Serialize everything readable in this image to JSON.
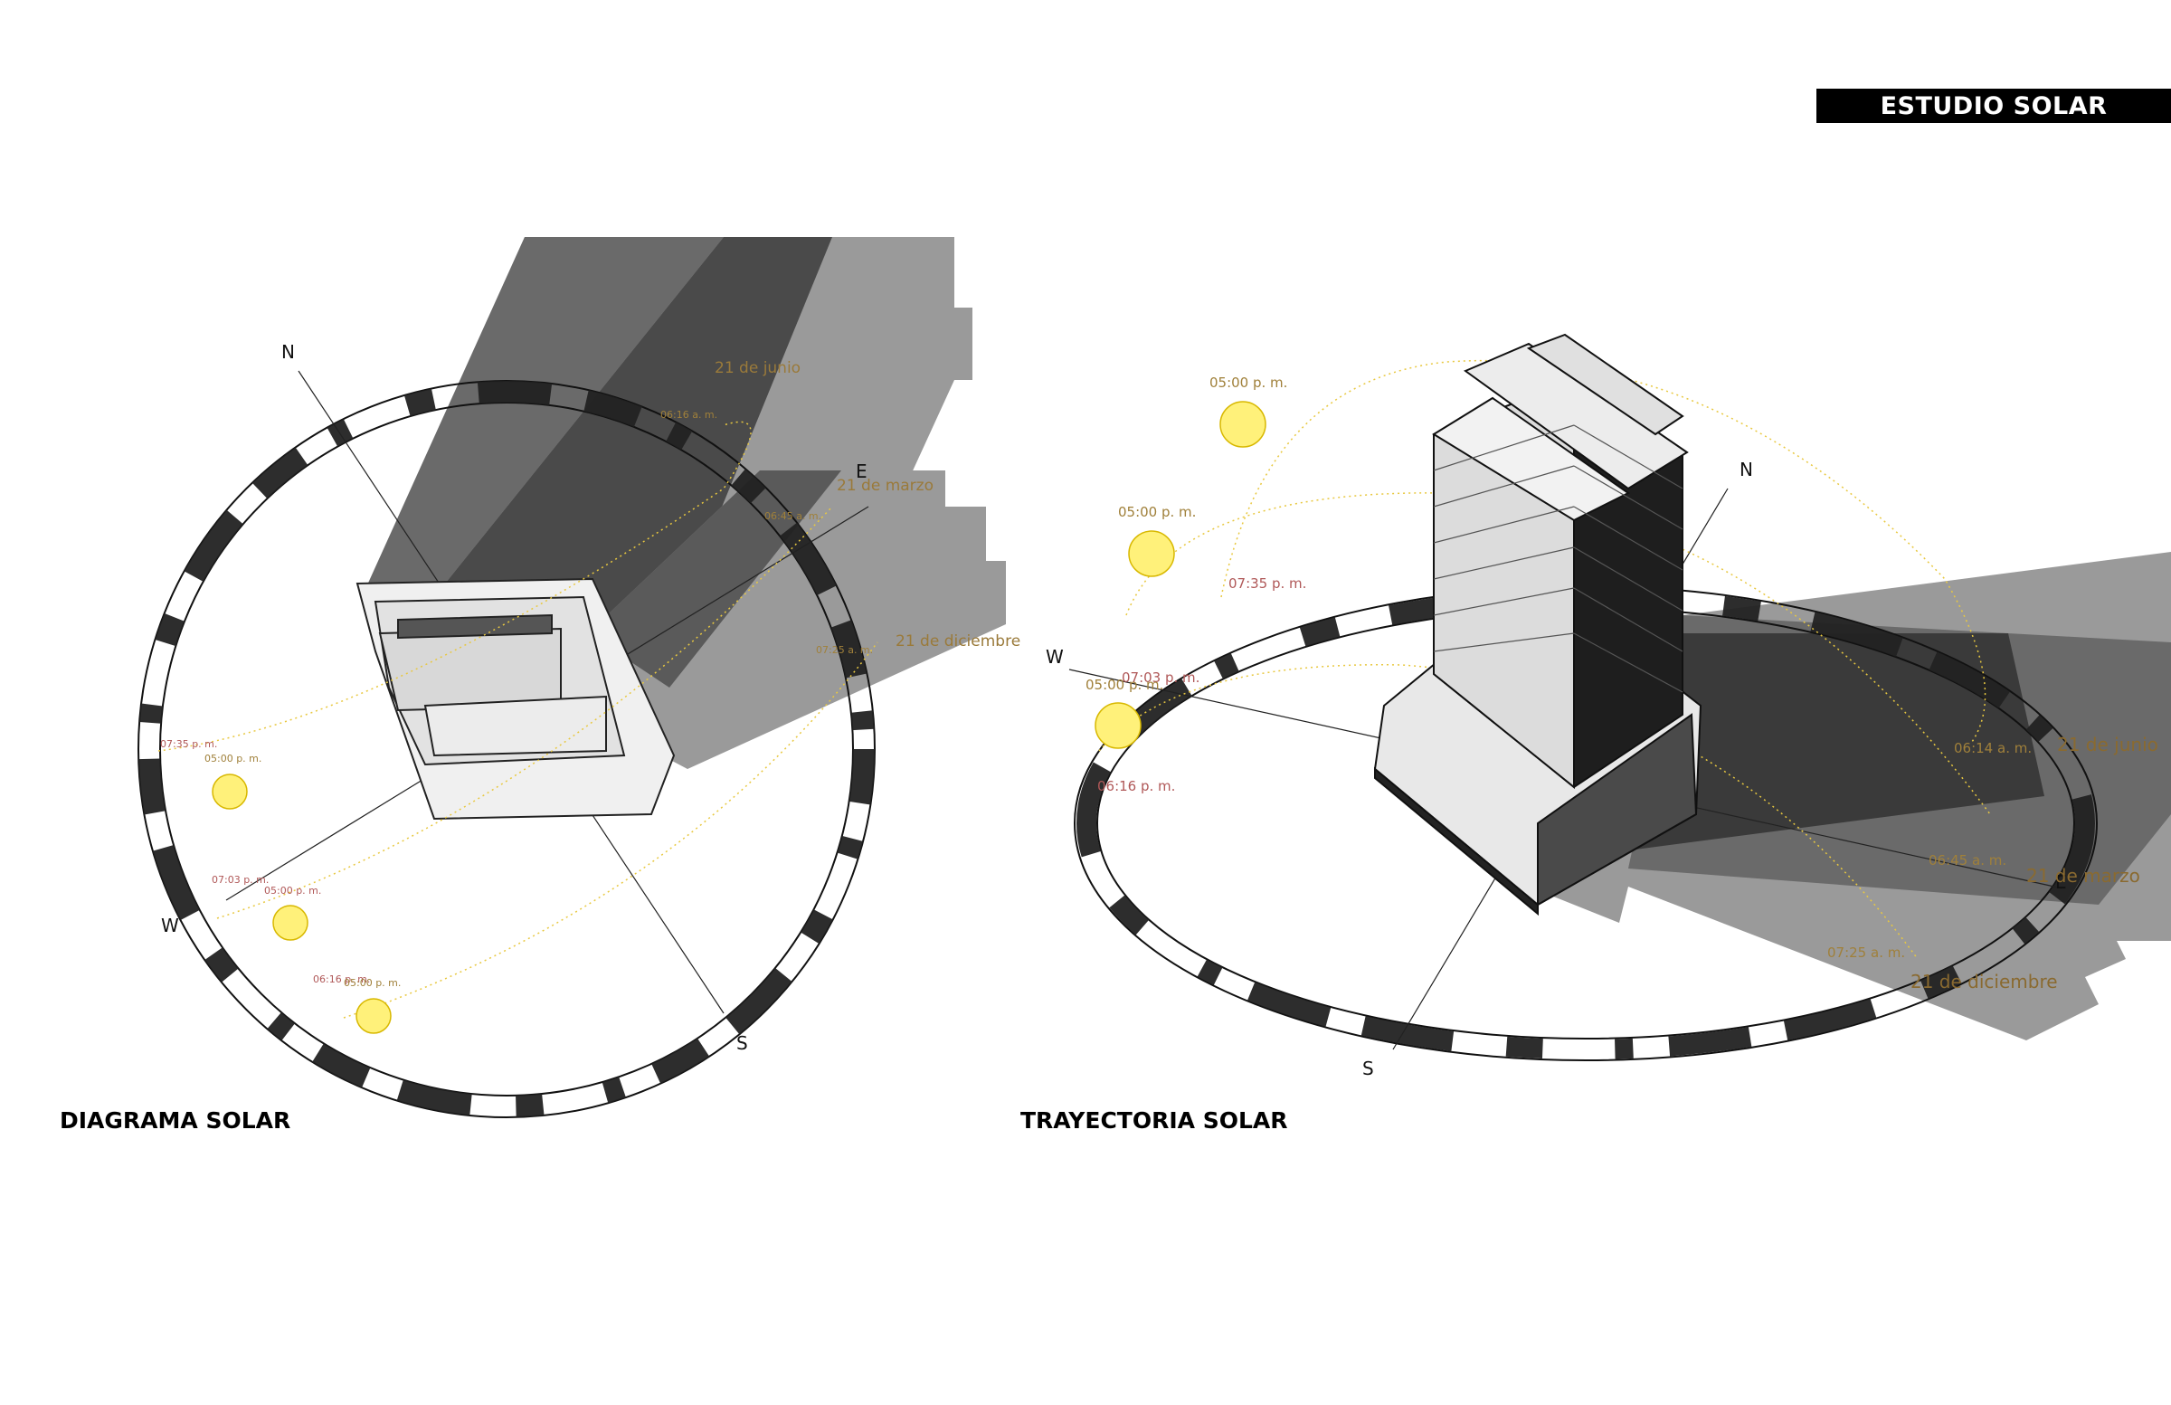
{
  "header": {
    "title": "ESTUDIO SOLAR"
  },
  "left_diagram": {
    "caption": "DIAGRAMA SOLAR",
    "compass": {
      "n": "N",
      "e": "E",
      "s": "S",
      "w": "W"
    },
    "dates": {
      "june": "21 de junio",
      "march": "21 de marzo",
      "december": "21 de diciembre"
    },
    "times": {
      "june_sunrise": "06:16 a. m.",
      "march_sunrise": "06:45 a. m.",
      "december_sunrise": "07:25 a. m.",
      "june_sunset": "07:35 p. m.",
      "june_5pm": "05:00 p. m.",
      "march_sunset": "07:03 p. m.",
      "march_5pm": "05:00 p. m.",
      "december_sunset": "06:16 p. m.",
      "december_5pm": "05:00 p. m."
    }
  },
  "right_diagram": {
    "caption": "TRAYECTORIA SOLAR",
    "compass": {
      "n": "N",
      "e": "E",
      "s": "S",
      "w": "W"
    },
    "dates": {
      "june": "21 de junio",
      "march": "21 de marzo",
      "december": "21 de diciembre"
    },
    "times": {
      "june_5pm": "05:00 p. m.",
      "march_5pm": "05:00 p. m.",
      "june_sunset": "07:35 p. m.",
      "march_sunset": "07:03 p. m.",
      "december_5pm": "05:00 p. m.",
      "december_sunset": "06:16 p. m.",
      "june_sunrise": "06:14 a. m.",
      "march_sunrise": "06:45 a. m.",
      "december_sunrise": "07:25 a. m."
    }
  },
  "colors": {
    "sun": "#fff17a",
    "sun_stroke": "#d8b800",
    "path": "#e8c840",
    "shadow_dark": "#3a3a3a",
    "shadow_mid": "#6e6e6e",
    "shadow_light": "#9a9a9a"
  }
}
